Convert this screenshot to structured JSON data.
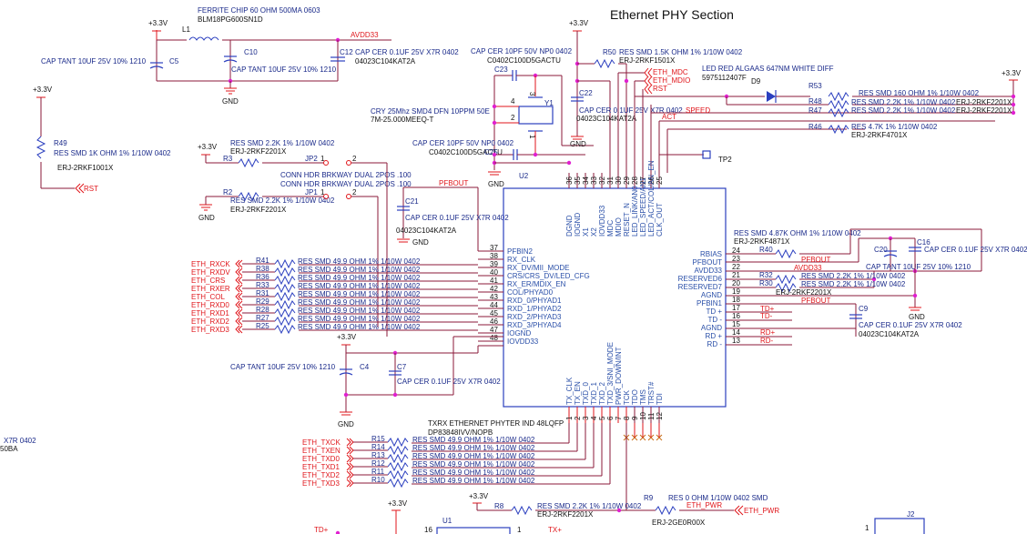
{
  "title": "Ethernet PHY Section",
  "power": {
    "v33": "+3.3V",
    "gnd": "GND",
    "avdd33": "AVDD33"
  },
  "ferrite": {
    "ref": "L1",
    "desc": "FERRITE CHIP 60 OHM 500MA 0603",
    "part": "BLM18PG600SN1D"
  },
  "c5": {
    "ref": "C5",
    "desc": "CAP TANT 10UF 25V 10% 1210"
  },
  "c10": {
    "ref": "C10",
    "desc": "CAP TANT 10UF 25V 10% 1210"
  },
  "c12": {
    "ref": "C12",
    "desc": "CAP CER 0.1UF 25V X7R 0402",
    "part": "04023C104KAT2A"
  },
  "c23": {
    "ref": "C23",
    "desc": "CAP CER 10PF 50V NP0 0402",
    "part": "C0402C100D5GACTU"
  },
  "c25": {
    "ref": "C25",
    "desc": "CAP CER 10PF 50V NP0 0402",
    "part": "C0402C100D5GACTU"
  },
  "y1": {
    "ref": "Y1",
    "desc": "CRY 25Mhz SMD4 DFN 10PPM 50E",
    "part": "7M-25.000MEEQ-T",
    "pins": [
      "1",
      "2",
      "3",
      "4"
    ]
  },
  "r50": {
    "ref": "R50",
    "desc": "RES SMD 1.5K OHM 1% 1/10W 0402",
    "part": "ERJ-2RKF1501X"
  },
  "c22": {
    "ref": "C22",
    "desc": "CAP CER 0.1UF 25V X7R 0402",
    "part": "04023C104KAT2A"
  },
  "nets_top": {
    "mdc": "ETH_MDC",
    "mdio": "ETH_MDIO",
    "rst": "RST",
    "speed": "SPEED",
    "act": "ACT"
  },
  "d9": {
    "ref": "D9",
    "desc": "LED RED ALGAAS 647NM WHITE DIFF",
    "part": "5975112407F"
  },
  "r53": {
    "ref": "R53",
    "desc": "RES SMD 160 OHM 1% 1/10W 0402"
  },
  "r48": {
    "ref": "R48",
    "desc": "RES SMD 2.2K 1% 1/10W 0402",
    "part": "ERJ-2RKF2201X"
  },
  "r47": {
    "ref": "R47",
    "desc": "RES SMD 2.2K 1% 1/10W 0402",
    "part": "ERJ-2RKF2201X"
  },
  "r46": {
    "ref": "R46",
    "desc": "RES 4.7K 1% 1/10W 0402",
    "part": "ERJ-2RKF4701X"
  },
  "r49": {
    "ref": "R49",
    "desc": "RES SMD 1K OHM 1%  1/10W 0402",
    "part": "ERJ-2RKF1001X",
    "net": "RST"
  },
  "r3": {
    "ref": "R3",
    "desc": "RES SMD 2.2K 1% 1/10W 0402",
    "part": "ERJ-2RKF2201X"
  },
  "r2": {
    "ref": "R2",
    "desc": "RES SMD 2.2K 1% 1/10W 0402",
    "part": "ERJ-2RKF2201X"
  },
  "jp2": {
    "ref": "JP2",
    "desc": "CONN HDR BRKWAY DUAL 2POS .100",
    "p1": "1",
    "p2": "2"
  },
  "jp1": {
    "ref": "JP1",
    "desc": "CONN HDR BRKWAY DUAL 2POS .100",
    "p1": "1",
    "p2": "2"
  },
  "c21": {
    "ref": "C21",
    "desc": "CAP CER 0.1UF 25V X7R 0402",
    "part": "04023C104KAT2A",
    "net": "PFBOUT"
  },
  "tp2": {
    "ref": "TP2"
  },
  "u2": {
    "ref": "U2",
    "desc": "TXRX ETHERNET PHYTER IND 48LQFP",
    "part": "DP83848IVV/NOPB",
    "top_pins": [
      {
        "num": "36",
        "name": "DGND"
      },
      {
        "num": "35",
        "name": "IOGND"
      },
      {
        "num": "34",
        "name": "X1"
      },
      {
        "num": "33",
        "name": "X2"
      },
      {
        "num": "32",
        "name": "IOVDD33"
      },
      {
        "num": "31",
        "name": "MDC"
      },
      {
        "num": "30",
        "name": "MDIO"
      },
      {
        "num": "29",
        "name": "RESET_N"
      },
      {
        "num": "28",
        "name": "LED_LINK/AN0"
      },
      {
        "num": "27",
        "name": "LED_SPEED/AN1"
      },
      {
        "num": "26",
        "name": "LED_ACT/COL/AN_EN"
      },
      {
        "num": "25",
        "name": "CLK_OUT"
      }
    ],
    "left_pins": [
      {
        "num": "37",
        "name": "PFBIN2"
      },
      {
        "num": "38",
        "name": "RX_CLK"
      },
      {
        "num": "39",
        "name": "RX_DV/MII_MODE"
      },
      {
        "num": "40",
        "name": "CRS/CRS_DV/LED_CFG"
      },
      {
        "num": "41",
        "name": "RX_ER/MDIX_EN"
      },
      {
        "num": "42",
        "name": "COL/PHYAD0"
      },
      {
        "num": "43",
        "name": "RXD_0/PHYAD1"
      },
      {
        "num": "44",
        "name": "RXD_1/PHYAD2"
      },
      {
        "num": "45",
        "name": "RXD_2/PHYAD3"
      },
      {
        "num": "46",
        "name": "RXD_3/PHYAD4"
      },
      {
        "num": "47",
        "name": "IOGND"
      },
      {
        "num": "48",
        "name": "IOVDD33"
      }
    ],
    "right_pins": [
      {
        "num": "24",
        "name": "RBIAS"
      },
      {
        "num": "23",
        "name": "PFBOUT"
      },
      {
        "num": "22",
        "name": "AVDD33"
      },
      {
        "num": "21",
        "name": "RESERVED6"
      },
      {
        "num": "20",
        "name": "RESERVED7"
      },
      {
        "num": "19",
        "name": "AGND"
      },
      {
        "num": "18",
        "name": "PFBIN1"
      },
      {
        "num": "17",
        "name": "TD +"
      },
      {
        "num": "16",
        "name": "TD -"
      },
      {
        "num": "15",
        "name": "AGND"
      },
      {
        "num": "14",
        "name": "RD +"
      },
      {
        "num": "13",
        "name": "RD -"
      }
    ],
    "bottom_pins": [
      {
        "num": "1",
        "name": "TX_CLK"
      },
      {
        "num": "2",
        "name": "TX_EN"
      },
      {
        "num": "3",
        "name": "TXD_0"
      },
      {
        "num": "4",
        "name": "TXD_1"
      },
      {
        "num": "5",
        "name": "TXD_2"
      },
      {
        "num": "6",
        "name": "TXD_3/SNI_MODE"
      },
      {
        "num": "7",
        "name": "PWR_DOWN/INT"
      },
      {
        "num": "8",
        "name": "TCK"
      },
      {
        "num": "9",
        "name": "TDO"
      },
      {
        "num": "10",
        "name": "TMS"
      },
      {
        "num": "11",
        "name": "TRST#"
      },
      {
        "num": "12",
        "name": "TDI"
      }
    ]
  },
  "rx_resistors": [
    {
      "net": "ETH_RXCK",
      "ref": "R41",
      "desc": "RES SMD 49.9 OHM 1% 1/10W 0402"
    },
    {
      "net": "ETH_RXDV",
      "ref": "R38",
      "desc": "RES SMD 49.9 OHM 1% 1/10W 0402"
    },
    {
      "net": "ETH_CRS",
      "ref": "R36",
      "desc": "RES SMD 49.9 OHM 1% 1/10W 0402"
    },
    {
      "net": "ETH_RXER",
      "ref": "R33",
      "desc": "RES SMD 49.9 OHM 1% 1/10W 0402"
    },
    {
      "net": "ETH_COL",
      "ref": "R31",
      "desc": "RES SMD 49.9 OHM 1% 1/10W 0402"
    },
    {
      "net": "ETH_RXD0",
      "ref": "R29",
      "desc": "RES SMD 49.9 OHM 1% 1/10W 0402"
    },
    {
      "net": "ETH_RXD1",
      "ref": "R28",
      "desc": "RES SMD 49.9 OHM 1% 1/10W 0402"
    },
    {
      "net": "ETH_RXD2",
      "ref": "R27",
      "desc": "RES SMD 49.9 OHM 1% 1/10W 0402"
    },
    {
      "net": "ETH_RXD3",
      "ref": "R25",
      "desc": "RES SMD 49.9 OHM 1% 1/10W 0402"
    }
  ],
  "tx_resistors": [
    {
      "net": "ETH_TXCK",
      "ref": "R15",
      "desc": "RES SMD 49.9 OHM 1% 1/10W 0402"
    },
    {
      "net": "ETH_TXEN",
      "ref": "R14",
      "desc": "RES SMD 49.9 OHM 1% 1/10W 0402"
    },
    {
      "net": "ETH_TXD0",
      "ref": "R13",
      "desc": "RES SMD 49.9 OHM 1% 1/10W 0402"
    },
    {
      "net": "ETH_TXD1",
      "ref": "R12",
      "desc": "RES SMD 49.9 OHM 1% 1/10W 0402"
    },
    {
      "net": "ETH_TXD2",
      "ref": "R11",
      "desc": "RES SMD 49.9 OHM 1% 1/10W 0402"
    },
    {
      "net": "ETH_TXD3",
      "ref": "R10",
      "desc": "RES SMD 49.9 OHM 1% 1/10W 0402"
    }
  ],
  "c4": {
    "ref": "C4",
    "desc": "CAP TANT 10UF 25V 10% 1210"
  },
  "c7": {
    "ref": "C7",
    "desc": "CAP CER 0.1UF 25V X7R 0402"
  },
  "r40": {
    "ref": "R40",
    "desc": "RES SMD 4.87K OHM 1% 1/10W 0402",
    "part": "ERJ-2RKF4871X"
  },
  "r32": {
    "ref": "R32",
    "desc": "RES SMD 2.2K 1% 1/10W 0402"
  },
  "r30": {
    "ref": "R30",
    "desc": "RES SMD 2.2K 1% 1/10W 0402",
    "part": "ERJ-2RKF2201X"
  },
  "c20": {
    "ref": "C20",
    "desc": "CAP TANT 10UF 25V 10% 1210"
  },
  "c16": {
    "ref": "C16",
    "desc": "CAP CER 0.1UF 25V X7R 0402"
  },
  "c9": {
    "ref": "C9",
    "desc": "CAP CER 0.1UF 25V X7R 0402",
    "part": "04023C104KAT2A"
  },
  "right_nets": {
    "pfbout": "PFBOUT",
    "avdd33": "AVDD33",
    "pfbout2": "PFBOUT",
    "tdp": "TD+",
    "tdn": "TD-",
    "rdp": "RD+",
    "rdn": "RD-"
  },
  "r8": {
    "ref": "R8",
    "desc": "RES SMD 2.2K 1% 1/10W 0402",
    "part": "ERJ-2RKF2201X"
  },
  "r9": {
    "ref": "R9",
    "desc": "RES 0 OHM 1/10W 0402 SMD",
    "part": "ERJ-2GE0R00X",
    "net": "ETH_PWR",
    "port": "ETH_PWR"
  },
  "partial_left": {
    "line1": "X7R 0402",
    "line2": "50BA"
  },
  "u1": {
    "ref": "U1",
    "pin16": "16",
    "pin1": "1",
    "td": "TD+",
    "tx": "TX+"
  },
  "j2": {
    "ref": "J2",
    "pin1": "1"
  }
}
